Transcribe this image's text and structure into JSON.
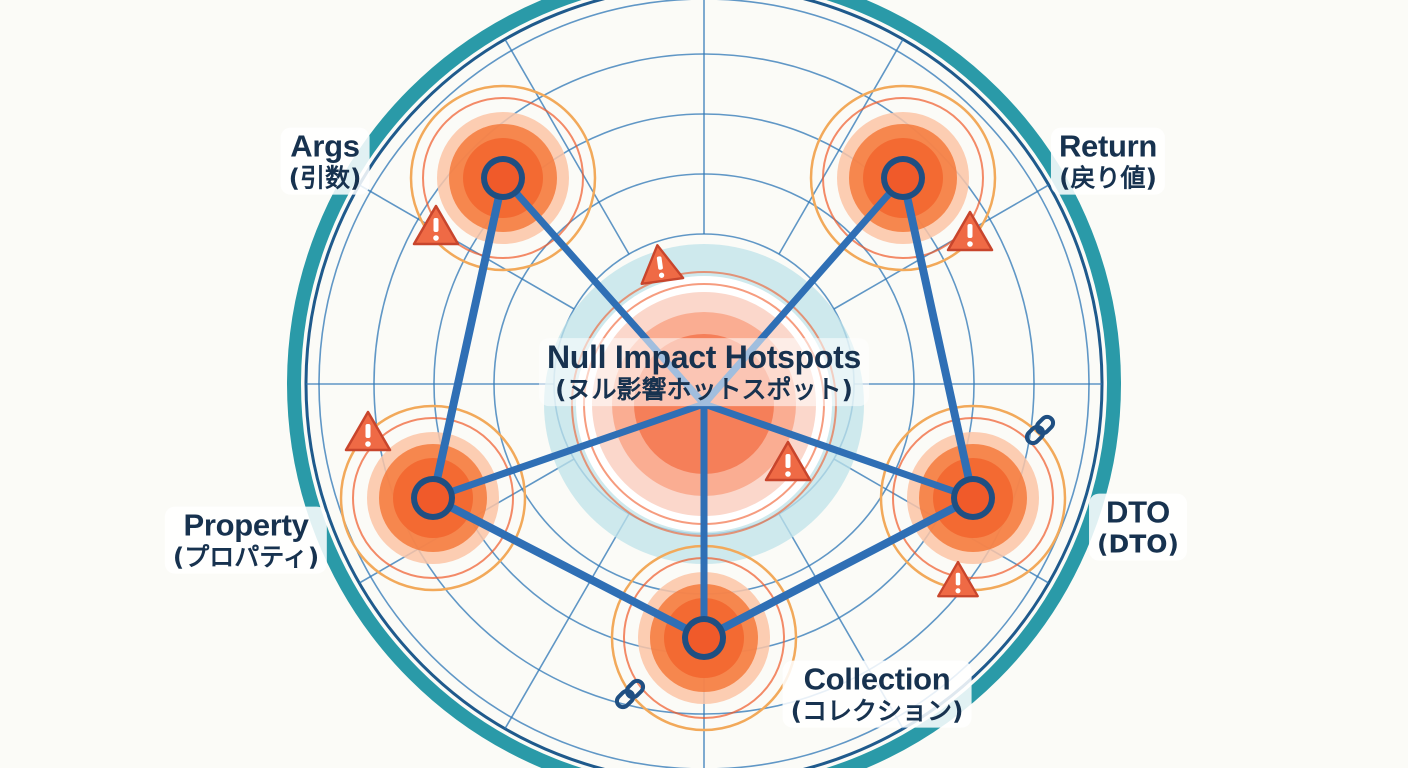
{
  "center": {
    "title": "Null Impact Hotspots",
    "title_jp": "(ヌル影響ホットスポット)"
  },
  "nodes": [
    {
      "id": "args",
      "label": "Args",
      "label_jp": "(引数)"
    },
    {
      "id": "return",
      "label": "Return",
      "label_jp": "(戻り値)"
    },
    {
      "id": "property",
      "label": "Property",
      "label_jp": "(プロパティ)"
    },
    {
      "id": "dto",
      "label": "DTO",
      "label_jp": "(DTO)"
    },
    {
      "id": "collection",
      "label": "Collection",
      "label_jp": "(コレクション)"
    }
  ],
  "colors": {
    "ring_outer": "#2a9aa8",
    "ring_inner": "#1f5a8c",
    "grid": "#2c75b5",
    "connector": "#2f6fb5",
    "hotspot": "#f47a3c",
    "hotspot_ring": "#f2a95a",
    "node_dot": "#f05a2a",
    "center_glow": "#bfe3ea",
    "warning": "#ef6a45",
    "text": "#17324f"
  },
  "icons": {
    "warning": "warning-triangle-icon",
    "link": "chain-link-icon"
  }
}
